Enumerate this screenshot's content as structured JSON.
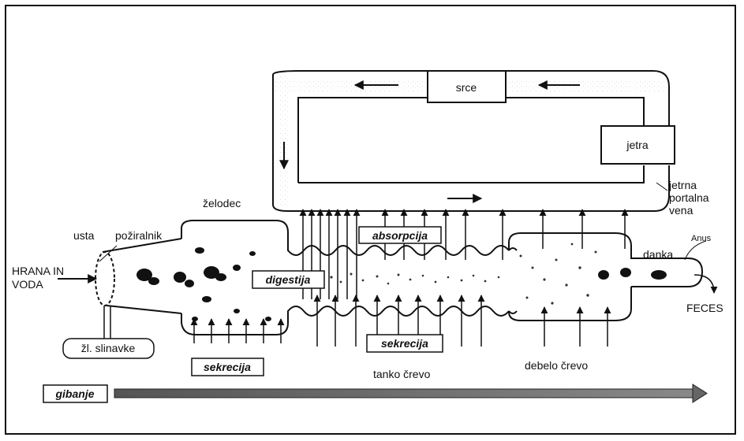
{
  "diagram": {
    "circulation": {
      "heart": "srce",
      "liver": "jetra",
      "portal_vein": [
        "jetrna",
        "portalna",
        "vena"
      ]
    },
    "organs": {
      "mouth": "usta",
      "esophagus": "požiralnik",
      "stomach": "želodec",
      "salivary_glands": "žl. slinavke",
      "small_intestine": "tanko  črevo",
      "large_intestine": "debelo črevo",
      "rectum": "danka",
      "anus": "Anus"
    },
    "flow": {
      "input": [
        "HRANA IN",
        "VODA"
      ],
      "output": "FECES"
    },
    "processes": {
      "absorption": "absorpcija",
      "digestion": "digestija",
      "secretion_intestine": "sekrecija",
      "secretion_stomach": "sekrecija",
      "motility": "gibanje"
    }
  }
}
